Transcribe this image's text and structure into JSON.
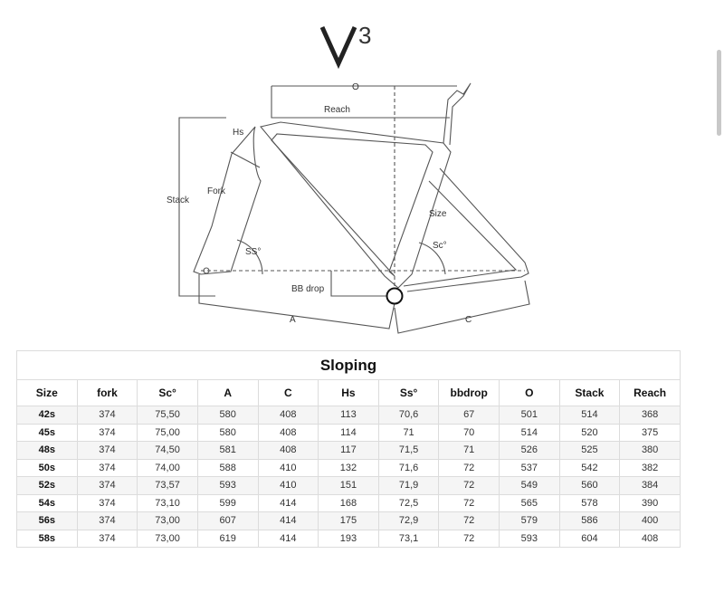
{
  "title": "V3",
  "diagram": {
    "labels": {
      "o": "O",
      "reach": "Reach",
      "hs": "Hs",
      "fork": "Fork",
      "stack": "Stack",
      "size": "Size",
      "sc": "Sc°",
      "ss": "SS°",
      "bbdrop": "BB drop",
      "a": "A",
      "c": "C"
    }
  },
  "table": {
    "title": "Sloping",
    "headers": [
      "Size",
      "fork",
      "Sc°",
      "A",
      "C",
      "Hs",
      "Ss°",
      "bbdrop",
      "O",
      "Stack",
      "Reach"
    ],
    "rows": [
      [
        "42s",
        "374",
        "75,50",
        "580",
        "408",
        "113",
        "70,6",
        "67",
        "501",
        "514",
        "368"
      ],
      [
        "45s",
        "374",
        "75,00",
        "580",
        "408",
        "114",
        "71",
        "70",
        "514",
        "520",
        "375"
      ],
      [
        "48s",
        "374",
        "74,50",
        "581",
        "408",
        "117",
        "71,5",
        "71",
        "526",
        "525",
        "380"
      ],
      [
        "50s",
        "374",
        "74,00",
        "588",
        "410",
        "132",
        "71,6",
        "72",
        "537",
        "542",
        "382"
      ],
      [
        "52s",
        "374",
        "73,57",
        "593",
        "410",
        "151",
        "71,9",
        "72",
        "549",
        "560",
        "384"
      ],
      [
        "54s",
        "374",
        "73,10",
        "599",
        "414",
        "168",
        "72,5",
        "72",
        "565",
        "578",
        "390"
      ],
      [
        "56s",
        "374",
        "73,00",
        "607",
        "414",
        "175",
        "72,9",
        "72",
        "579",
        "586",
        "400"
      ],
      [
        "58s",
        "374",
        "73,00",
        "619",
        "414",
        "193",
        "73,1",
        "72",
        "593",
        "604",
        "408"
      ]
    ]
  }
}
